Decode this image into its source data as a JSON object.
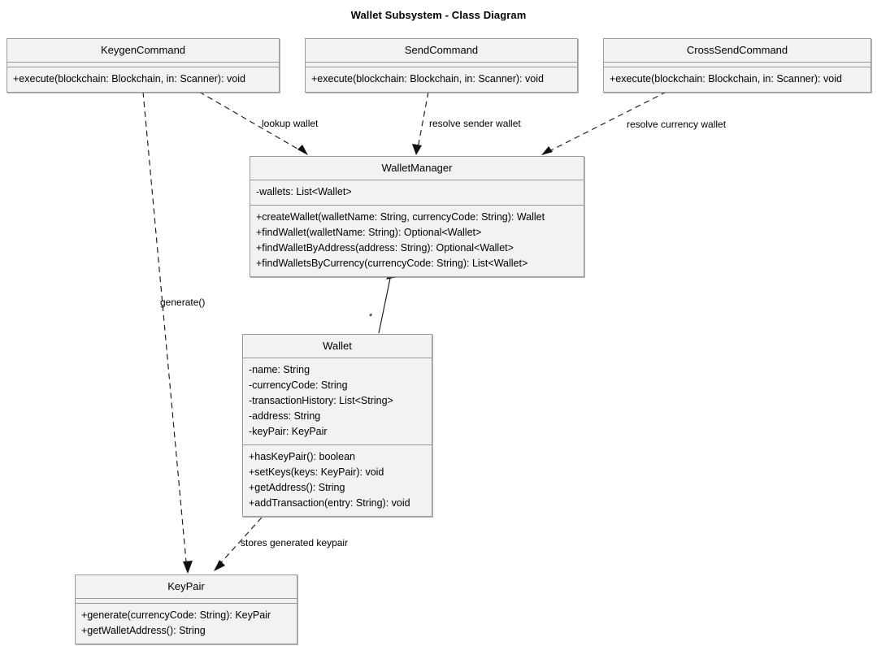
{
  "diagram": {
    "title": "Wallet Subsystem - Class Diagram",
    "type": "uml-class-diagram",
    "background": "#ffffff",
    "box_fill": "#f2f2f2",
    "box_border": "#9a9a9a",
    "line_color": "#1a1a1a"
  },
  "classes": {
    "keygen_command": {
      "name": "KeygenCommand",
      "attributes": [],
      "methods": [
        "+execute(blockchain: Blockchain, in: Scanner): void"
      ]
    },
    "send_command": {
      "name": "SendCommand",
      "attributes": [],
      "methods": [
        "+execute(blockchain: Blockchain, in: Scanner): void"
      ]
    },
    "cross_send_command": {
      "name": "CrossSendCommand",
      "attributes": [],
      "methods": [
        "+execute(blockchain: Blockchain, in: Scanner): void"
      ]
    },
    "wallet_manager": {
      "name": "WalletManager",
      "attributes": [
        "-wallets: List<Wallet>"
      ],
      "methods": [
        "+createWallet(walletName: String, currencyCode: String): Wallet",
        "+findWallet(walletName: String): Optional<Wallet>",
        "+findWalletByAddress(address: String): Optional<Wallet>",
        "+findWalletsByCurrency(currencyCode: String): List<Wallet>"
      ]
    },
    "wallet": {
      "name": "Wallet",
      "attributes": [
        "-name: String",
        "-currencyCode: String",
        "-transactionHistory: List<String>",
        "-address: String",
        "-keyPair: KeyPair"
      ],
      "methods": [
        "+hasKeyPair(): boolean",
        "+setKeys(keys: KeyPair): void",
        "+getAddress(): String",
        "+addTransaction(entry: String): void"
      ]
    },
    "key_pair": {
      "name": "KeyPair",
      "attributes": [],
      "methods": [
        "+generate(currencyCode: String): KeyPair",
        "+getWalletAddress(): String"
      ]
    }
  },
  "relationships": [
    {
      "id": "keygen-to-walletmanager",
      "from": "KeygenCommand",
      "to": "WalletManager",
      "style": "dashed",
      "arrow": "open",
      "label": "lookup wallet"
    },
    {
      "id": "send-to-walletmanager",
      "from": "SendCommand",
      "to": "WalletManager",
      "style": "dashed",
      "arrow": "open",
      "label": "resolve sender wallet"
    },
    {
      "id": "crosssend-to-walletmanager",
      "from": "CrossSendCommand",
      "to": "WalletManager",
      "style": "dashed",
      "arrow": "open",
      "label": "resolve currency wallet"
    },
    {
      "id": "keygen-to-keypair",
      "from": "KeygenCommand",
      "to": "KeyPair",
      "style": "dashed",
      "arrow": "open",
      "label": "generate()"
    },
    {
      "id": "wallet-to-keypair",
      "from": "Wallet",
      "to": "KeyPair",
      "style": "dashed",
      "arrow": "open",
      "label": "stores generated keypair"
    },
    {
      "id": "wallet-to-walletmanager",
      "from": "Wallet",
      "to": "WalletManager",
      "style": "solid",
      "arrow": "filled",
      "label": "",
      "multiplicity": "*"
    }
  ]
}
